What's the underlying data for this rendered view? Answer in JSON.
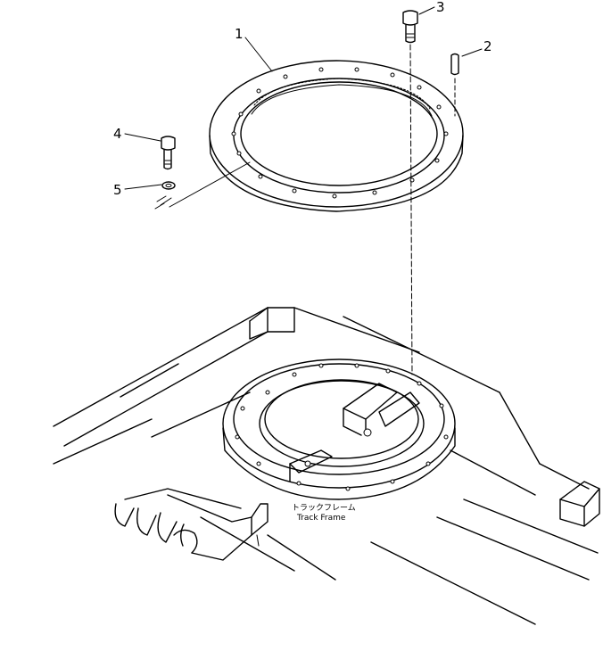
{
  "callouts": [
    {
      "id": "1",
      "label": "1"
    },
    {
      "id": "2",
      "label": "2"
    },
    {
      "id": "3",
      "label": "3"
    },
    {
      "id": "4",
      "label": "4"
    },
    {
      "id": "5",
      "label": "5"
    }
  ],
  "track_frame": {
    "label_jp": "トラックフレーム",
    "label_en": "Track Frame"
  }
}
